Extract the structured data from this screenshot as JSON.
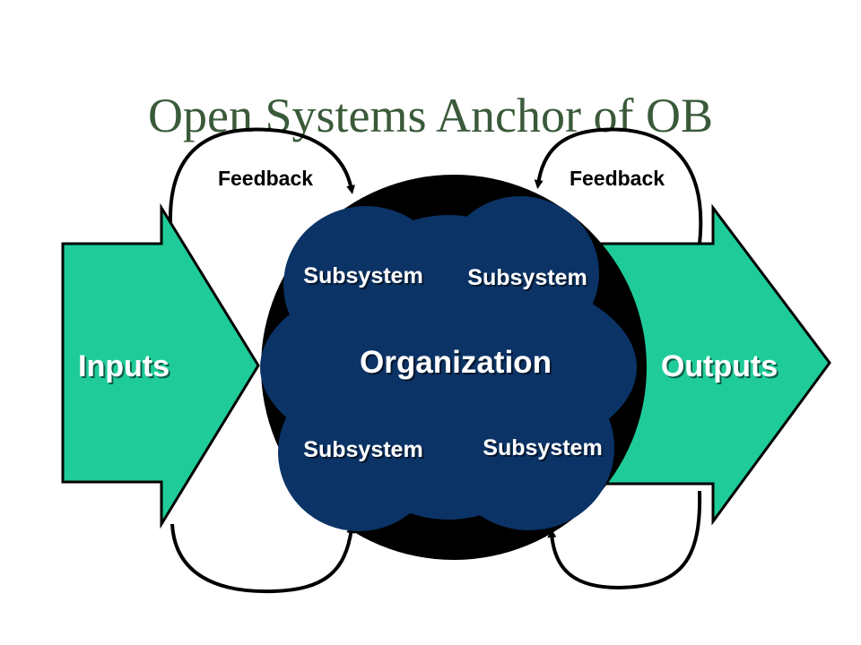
{
  "slide": {
    "title": "Open Systems Anchor of OB"
  },
  "diagram": {
    "inputs_label": "Inputs",
    "outputs_label": "Outputs",
    "organization_label": "Organization",
    "feedback_left_label": "Feedback",
    "feedback_right_label": "Feedback",
    "subsystems": [
      {
        "label": "Subsystem"
      },
      {
        "label": "Subsystem"
      },
      {
        "label": "Subsystem"
      },
      {
        "label": "Subsystem"
      }
    ]
  },
  "colors": {
    "title": "#3a5a3a",
    "arrow_fill": "#1fcc99",
    "organization_fill": "#0b3366",
    "circle_fill": "#000000",
    "label_text": "#ffffff"
  }
}
